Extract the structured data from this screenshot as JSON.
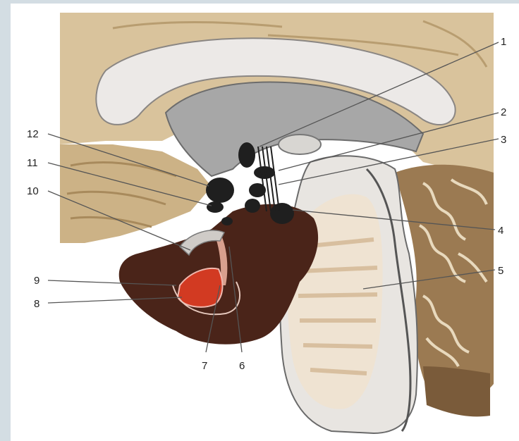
{
  "figure": {
    "labels": [
      {
        "id": "1",
        "text": "1"
      },
      {
        "id": "2",
        "text": "2"
      },
      {
        "id": "3",
        "text": "3"
      },
      {
        "id": "4",
        "text": "4"
      },
      {
        "id": "5",
        "text": "5"
      },
      {
        "id": "6",
        "text": "6"
      },
      {
        "id": "7",
        "text": "7"
      },
      {
        "id": "8",
        "text": "8"
      },
      {
        "id": "9",
        "text": "9"
      },
      {
        "id": "10",
        "text": "10"
      },
      {
        "id": "11",
        "text": "11"
      },
      {
        "id": "12",
        "text": "12"
      }
    ]
  },
  "colors": {
    "frame": "#d3dde3",
    "panel": "#ffffff",
    "cortex": "#d9c39c",
    "white_matter": "#e9e6e3",
    "grey_matter": "#9d9d9d",
    "nuclei": "#1f1f1f",
    "hypothalamus_dark": "#4a2419",
    "red_nucleus": "#d23a22",
    "cerebellum": "#9b7a52",
    "pons": "#efe3d2"
  }
}
